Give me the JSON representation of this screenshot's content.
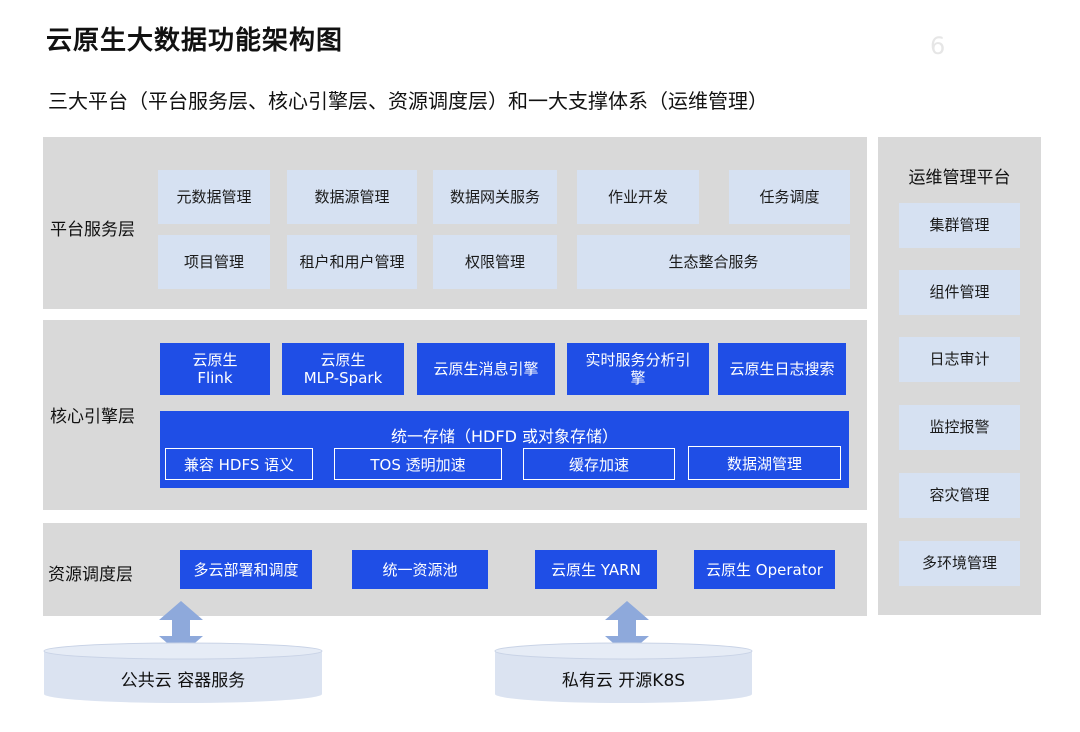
{
  "page": {
    "title": "云原生大数据功能架构图",
    "page_number": "6",
    "subtitle": "三大平台（平台服务层、核心引擎层、资源调度层）和一大支撑体系（运维管理）"
  },
  "platform_layer": {
    "label": "平台服务层",
    "items": [
      "元数据管理",
      "数据源管理",
      "数据网关服务",
      "作业开发",
      "任务调度",
      "项目管理",
      "租户和用户管理",
      "权限管理",
      "生态整合服务"
    ]
  },
  "engine_layer": {
    "label": "核心引擎层",
    "engines": [
      "云原生\nFlink",
      "云原生\nMLP-Spark",
      "云原生消息引擎",
      "实时服务分析引擎",
      "云原生日志搜索"
    ],
    "storage_title": "统一存储（HDFD 或对象存储）",
    "storage_items": [
      "兼容 HDFS 语义",
      "TOS 透明加速",
      "缓存加速",
      "数据湖管理"
    ]
  },
  "resource_layer": {
    "label": "资源调度层",
    "items": [
      "多云部署和调度",
      "统一资源池",
      "云原生 YARN",
      "云原生 Operator"
    ]
  },
  "ops_platform": {
    "title": "运维管理平台",
    "items": [
      "集群管理",
      "组件管理",
      "日志审计",
      "监控报警",
      "容灾管理",
      "多环境管理"
    ]
  },
  "foundations": [
    "公共云 容器服务",
    "私有云 开源K8S"
  ],
  "colors": {
    "layer_bg": "#d9d9d9",
    "light_box": "#d6e1f2",
    "dark_box": "#1f4ee6",
    "arrow": "#8ea9db",
    "cylinder": "#dbe3f1"
  }
}
